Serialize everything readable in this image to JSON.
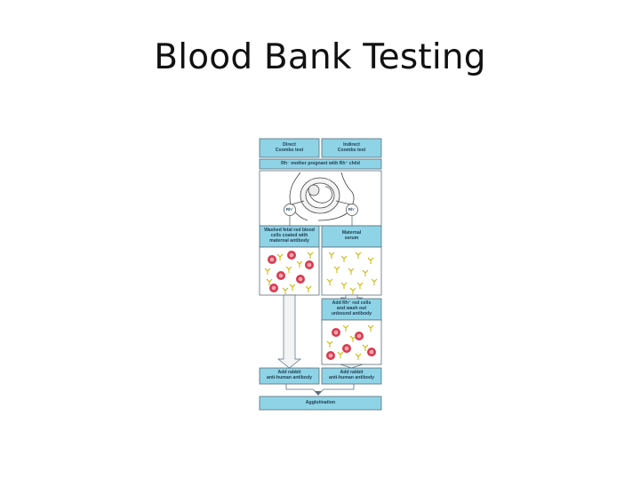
{
  "slide": {
    "title": "Blood Bank Testing"
  },
  "colors": {
    "header_fill": "#8fd3e6",
    "box_stroke": "#5a6f7a",
    "panel_fill": "#eef6f8",
    "arrow_fill": "#f2f4f5",
    "rbc_outer": "#d83a4f",
    "rbc_inner": "#f2a4b0",
    "antibody": "#c8b400"
  },
  "diagram": {
    "direct_header": "Direct\nCoombs test",
    "indirect_header": "Indirect\nCoombs test",
    "mother_line": "Rh⁻ mother pregnant with Rh⁺ child",
    "rh_plus": "Rh⁺",
    "rh_minus": "Rh⁻",
    "washed_cells": "Washed fetal red blood\ncells coated with\nmaternal antibody",
    "maternal_serum": "Maternal\nserum",
    "add_rh_cells": "Add Rh⁺ red cells\nand wash out\nunbound antibody",
    "add_rabbit_left": "Add rabbit\nanti-human antibody",
    "add_rabbit_right": "Add rabbit\nanti-human antibody",
    "agglutination": "Agglutination"
  }
}
